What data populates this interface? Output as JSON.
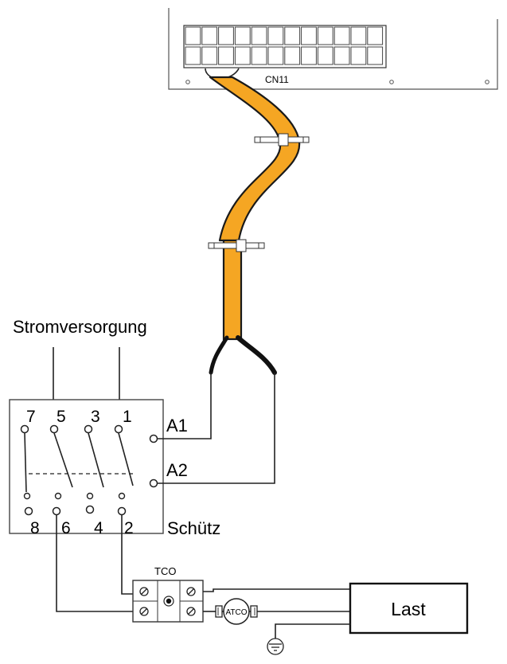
{
  "connector": {
    "label": "CN11"
  },
  "power": {
    "label": "Stromversorgung"
  },
  "contactor": {
    "label": "Schütz",
    "top_terminals": [
      "7",
      "5",
      "3",
      "1"
    ],
    "bottom_terminals": [
      "8",
      "6",
      "4",
      "2"
    ],
    "coil_a1": "A1",
    "coil_a2": "A2"
  },
  "tco": {
    "label": "TCO"
  },
  "atco": {
    "label": "ATCO"
  },
  "load": {
    "label": "Last"
  },
  "colors": {
    "cable": "#f5a623",
    "cable_outline": "#1a1a1a",
    "line": "#222222"
  }
}
